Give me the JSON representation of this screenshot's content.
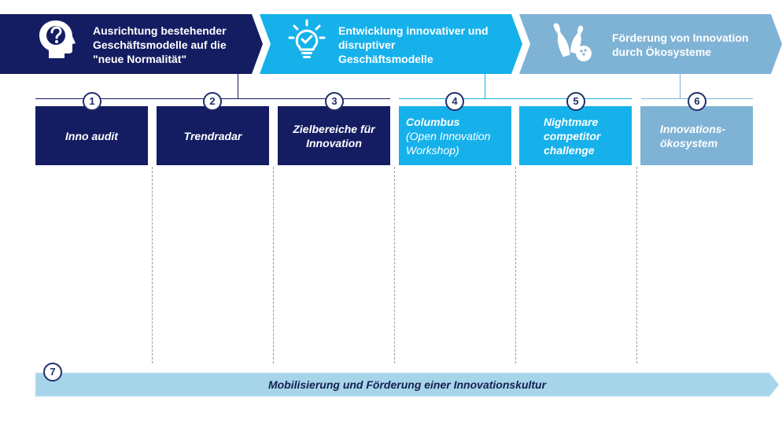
{
  "colors": {
    "dark_navy": "#141d62",
    "bright_blue": "#16b1ea",
    "light_blue": "#7fb3d5",
    "bottom_band": "#a6d5ea"
  },
  "phases": [
    {
      "title_line1": "Ausrichtung bestehender",
      "title_line2": "Geschäftsmodelle auf die",
      "title_line3": "\"neue Normalität\"",
      "icon": "head-question-icon"
    },
    {
      "title_line1": "Entwicklung innovativer und",
      "title_line2": "disruptiver",
      "title_line3": "Geschäftsmodelle",
      "icon": "lightbulb-check-icon"
    },
    {
      "title_line1": "Förderung von Innovation",
      "title_line2": "durch Ökosysteme",
      "icon": "bowling-icon"
    }
  ],
  "steps": [
    {
      "number": "1",
      "line1": "Inno audit"
    },
    {
      "number": "2",
      "line1": "Trendradar"
    },
    {
      "number": "3",
      "line1": "Zielbereiche für",
      "line2": "Innovation"
    },
    {
      "number": "4",
      "line1": "Columbus",
      "line2": "(Open Innovation",
      "line3": "Workshop)"
    },
    {
      "number": "5",
      "line1": "Nightmare",
      "line2": "competitor",
      "line3": "challenge"
    },
    {
      "number": "6",
      "line1": "Innovations-",
      "line2": "ökosystem"
    }
  ],
  "bottom": {
    "number": "7",
    "label": "Mobilisierung und Förderung einer Innovationskultur"
  }
}
